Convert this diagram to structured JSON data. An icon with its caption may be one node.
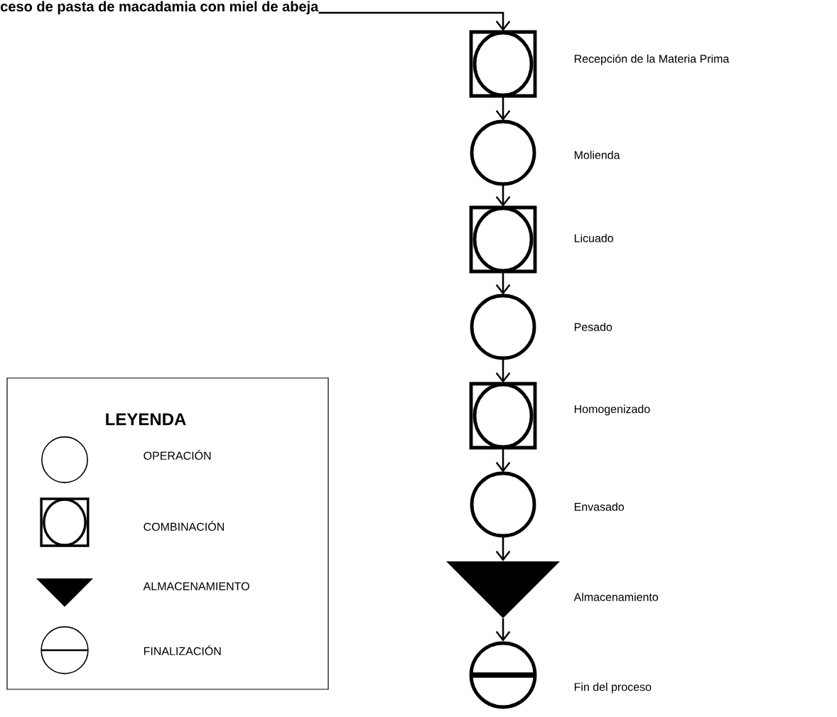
{
  "diagram": {
    "nodes": [
      {
        "text": [
          "ceso de pasta de macadamia con miel de abeja"
        ]
      },
      {
        "text": [],
        "shape": "box",
        "beside": [
          "Recepción de la Materia Prima"
        ]
      },
      {
        "text": [],
        "shape": "circle",
        "beside": [
          "Molienda"
        ]
      },
      {
        "text": [],
        "shape": "box",
        "beside": [
          "Licuado"
        ]
      },
      {
        "text": [],
        "shape": "circle",
        "beside": [
          "Pesado"
        ]
      },
      {
        "text": [],
        "shape": "box",
        "beside": [
          "Homogenizado"
        ]
      },
      {
        "text": [],
        "shape": "circle",
        "beside": [
          "Envasado"
        ]
      },
      {
        "text": [],
        "shape": "triangle",
        "beside": [
          "Almacenamiento"
        ]
      },
      {
        "text": [],
        "shape": "barred-circle",
        "beside": [
          "Fin del proceso"
        ]
      }
    ],
    "edges": [
      {
        "from": 0,
        "to": 1,
        "arrow": "to"
      },
      {
        "from": 1,
        "to": 2,
        "arrow": "to"
      },
      {
        "from": 2,
        "to": 3,
        "arrow": "to"
      },
      {
        "from": 3,
        "to": 4,
        "arrow": "to"
      },
      {
        "from": 4,
        "to": 5,
        "arrow": "to"
      },
      {
        "from": 5,
        "to": 6,
        "arrow": "to"
      },
      {
        "from": 6,
        "to": 7,
        "arrow": "to"
      },
      {
        "from": 7,
        "to": 8,
        "arrow": "to"
      }
    ],
    "labels": [
      "LEYENDA"
    ],
    "legend": [
      {
        "text": "OPERACIÓN"
      },
      {
        "text": "COMBINACIÓN"
      },
      {
        "text": "ALMACENAMIENTO"
      },
      {
        "text": "FINALIZACIÓN"
      }
    ]
  }
}
